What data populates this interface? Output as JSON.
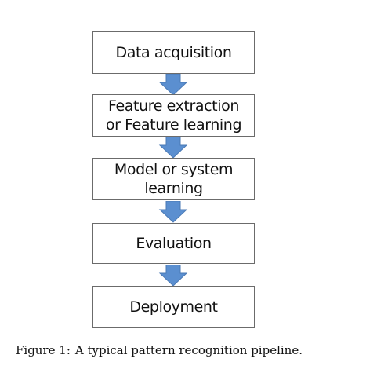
{
  "diagram": {
    "steps": [
      {
        "lines": [
          "Data acquisition"
        ]
      },
      {
        "lines": [
          "Feature extraction",
          "or Feature learning"
        ]
      },
      {
        "lines": [
          "Model or system",
          "learning"
        ]
      },
      {
        "lines": [
          "Evaluation"
        ]
      },
      {
        "lines": [
          "Deployment"
        ]
      }
    ],
    "arrow_color": "#5b8fd0",
    "arrow_edge_color": "#4a79b4"
  },
  "caption": {
    "label": "Figure 1:",
    "text": "A typical pattern recognition pipeline."
  }
}
